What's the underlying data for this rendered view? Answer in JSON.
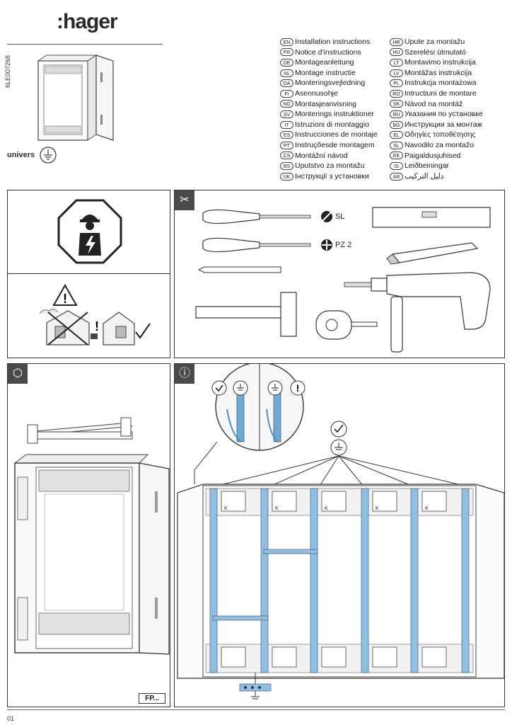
{
  "header": {
    "brand": ":hager",
    "doc_code": "6LE007268",
    "product": "univers"
  },
  "languages_left": [
    {
      "code": "EN",
      "text": "Installation instructions"
    },
    {
      "code": "FR",
      "text": "Notice d'instructions"
    },
    {
      "code": "DE",
      "text": "Montageanleitung"
    },
    {
      "code": "NL",
      "text": "Montage instructie"
    },
    {
      "code": "DA",
      "text": "Monteringsvejledning"
    },
    {
      "code": "FI",
      "text": "Asennusohje"
    },
    {
      "code": "NO",
      "text": "Montasjeanvisning"
    },
    {
      "code": "SV",
      "text": "Monterings instruktioner"
    },
    {
      "code": "IT",
      "text": "Istruzioni di montaggio"
    },
    {
      "code": "ES",
      "text": "Instrucciones de montaje"
    },
    {
      "code": "PT",
      "text": "Instruçõesde montagem"
    },
    {
      "code": "CS",
      "text": "Montážní návod"
    },
    {
      "code": "BS",
      "text": "Uputstvo za montažu"
    },
    {
      "code": "UK",
      "text": "Інструкції з установки"
    }
  ],
  "languages_right": [
    {
      "code": "HR",
      "text": "Upute za montažu"
    },
    {
      "code": "HU",
      "text": "Szerelési útmutató"
    },
    {
      "code": "LT",
      "text": "Montavimo instrukcija"
    },
    {
      "code": "LV",
      "text": "Montāžas instrukcija"
    },
    {
      "code": "PL",
      "text": "Instrukcja montażowa"
    },
    {
      "code": "RO",
      "text": "Intructiuni de montare"
    },
    {
      "code": "SK",
      "text": "Návod na montáž"
    },
    {
      "code": "RU",
      "text": "Указания по установке"
    },
    {
      "code": "BG",
      "text": "Инструкции за монтаж"
    },
    {
      "code": "EL",
      "text": "Οδηγίες τοποθέτησης"
    },
    {
      "code": "SL",
      "text": "Navodilo za montažo"
    },
    {
      "code": "EE",
      "text": "Paigaldusjuhised"
    },
    {
      "code": "IS",
      "text": "Leiðbeiningar"
    },
    {
      "code": "AR",
      "text": "دليل التركيب"
    }
  ],
  "tools": {
    "screwdriver_flat": "SL",
    "screwdriver_pozi": "PZ 2"
  },
  "package_panel": {
    "label": "FP..."
  },
  "info_panel": {
    "terminal_labels": [
      "K",
      "K",
      "K",
      "K",
      "K"
    ]
  },
  "icons": {
    "tools": "tools-icon",
    "package": "package-icon",
    "info": "info-icon",
    "electrician": "electrician-warning-icon",
    "ground": "ground-icon"
  },
  "footer": {
    "page": "01"
  }
}
